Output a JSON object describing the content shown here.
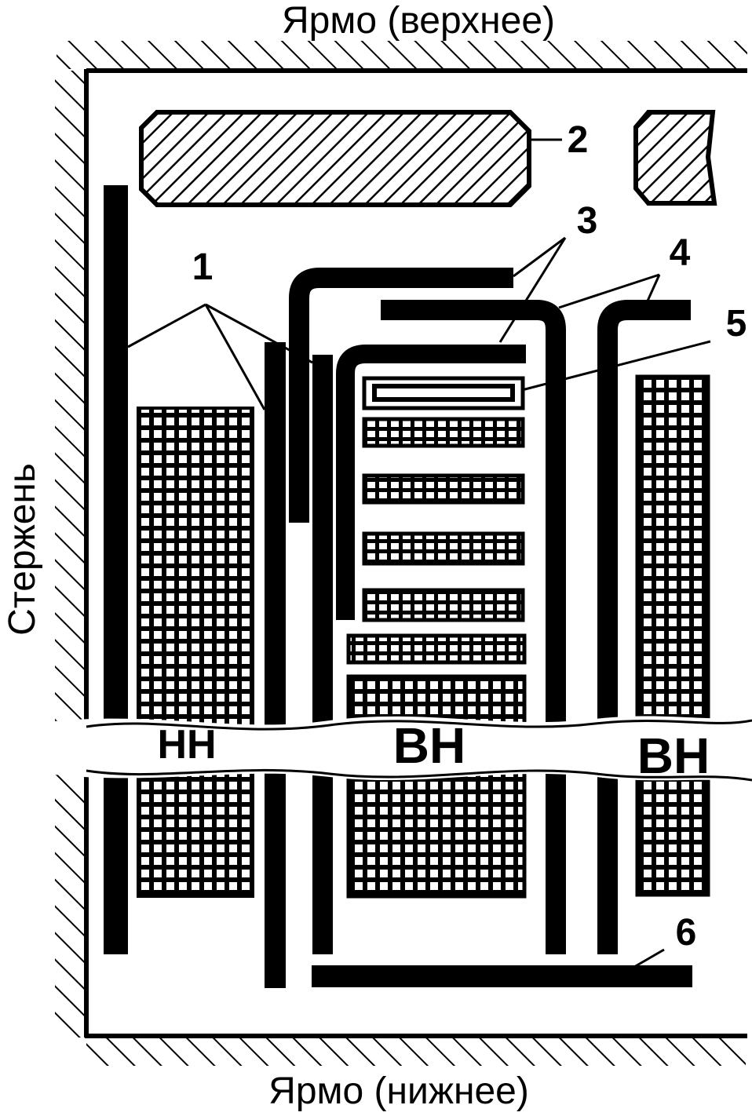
{
  "labels": {
    "yoke_top": "Ярмо (верхнее)",
    "yoke_bottom": "Ярмо (нижнее)",
    "core": "Стержень",
    "winding_lv": "НН",
    "winding_hv": "ВН",
    "winding_hv_next": "ВН"
  },
  "callouts": {
    "n1": "1",
    "n2": "2",
    "n3": "3",
    "n4": "4",
    "n5": "5",
    "n6": "6"
  }
}
